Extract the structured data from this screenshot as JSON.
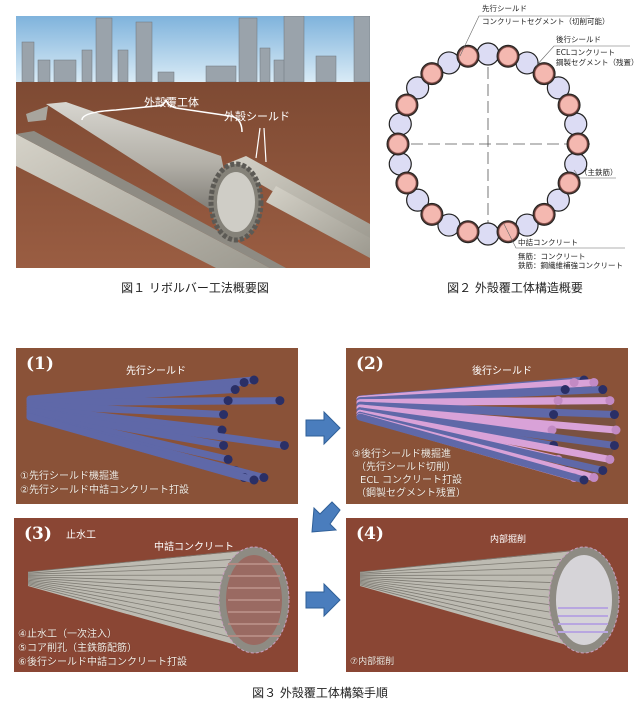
{
  "figure1": {
    "caption": "図１ リボルバー工法概要図",
    "labels": {
      "outer_lining": "外殻覆工体",
      "outer_shield": "外殻シールド"
    }
  },
  "figure2": {
    "caption": "図２ 外殻覆工体構造概要",
    "annotations": {
      "leading_shield_title": "先行シールド",
      "leading_shield_desc": "コンクリートセグメント（切削可能）",
      "trailing_shield_title": "後行シールド",
      "trailing_shield_desc1": "ECLコンクリート",
      "trailing_shield_desc2": "鋼製セグメント（残置）",
      "main_rebar": "（主鉄筋）",
      "infill_title": "中詰コンクリート",
      "infill_desc1": "無筋：コンクリート",
      "infill_desc2": "鉄筋：鋼繊維補強コンクリート"
    },
    "colors": {
      "leading_segment": "#f4b8b0",
      "trailing_segment": "#dcdcf4"
    }
  },
  "figure3": {
    "caption": "図３ 外殻覆工体構築手順",
    "panels": [
      {
        "number": "(1)",
        "callout": "先行シールド",
        "steps": [
          "①先行シールド機掘進",
          "②先行シールド中詰コンクリート打設"
        ]
      },
      {
        "number": "(2)",
        "callout": "後行シールド",
        "steps": [
          "③後行シールド機掘進",
          "（先行シールド切削）",
          "ECL コンクリート打設",
          "（鋼製セグメント残置）"
        ]
      },
      {
        "number": "(3)",
        "callout": "止水工",
        "callout2": "中詰コンクリート",
        "steps": [
          "④止水工（一次注入）",
          "⑤コア削孔（主鉄筋配筋）",
          "⑥後行シールド中詰コンクリート打設"
        ]
      },
      {
        "number": "(4)",
        "callout": "内部掘削",
        "steps": [
          "⑦内部掘削"
        ]
      }
    ],
    "colors": {
      "soil": "#8a5238",
      "arrow": "#4a7dbd"
    }
  }
}
